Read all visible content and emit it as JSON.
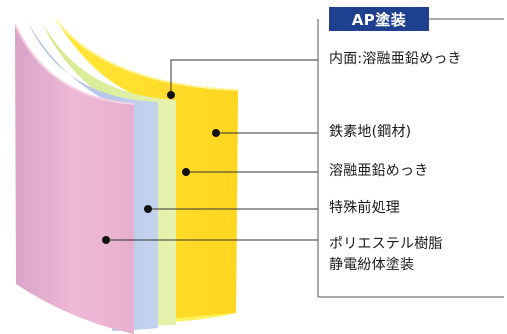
{
  "title": "AP塗装",
  "layers": [
    {
      "id": "inner",
      "lines": [
        "内面:溶融亜鉛めっき"
      ],
      "color": "#FFF04A"
    },
    {
      "id": "steel",
      "lines": [
        "鉄素地(鋼材)"
      ],
      "color": "#FFE22E"
    },
    {
      "id": "zinc",
      "lines": [
        "溶融亜鉛めっき"
      ],
      "color": "#DDEF98"
    },
    {
      "id": "pretreat",
      "lines": [
        "特殊前処理"
      ],
      "color": "#B5C7E6"
    },
    {
      "id": "powder",
      "lines": [
        "ポリエステル樹脂",
        "静電紛体塗装"
      ],
      "color": "#EDB6D2"
    }
  ]
}
